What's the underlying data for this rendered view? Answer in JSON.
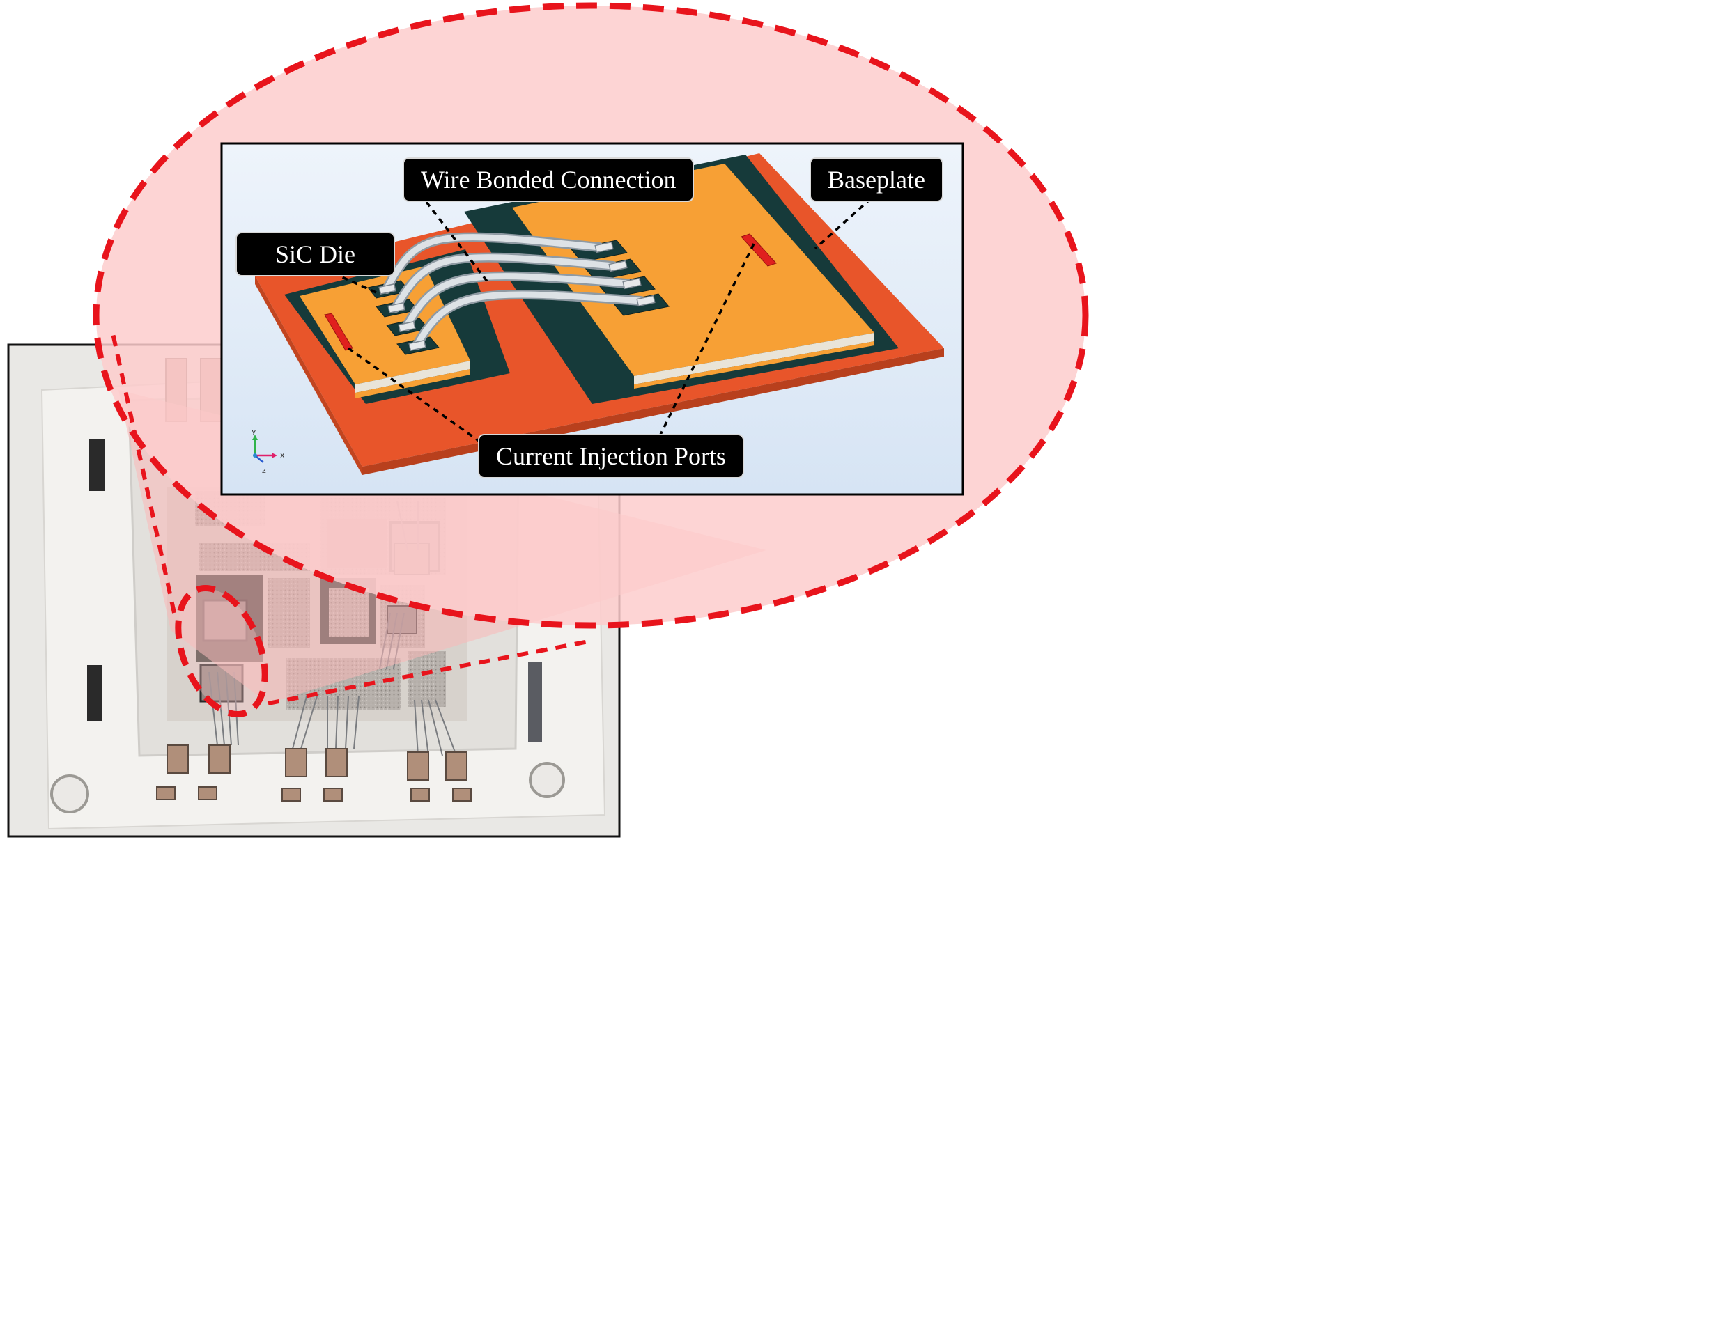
{
  "figure": {
    "labels": {
      "wire_bonded_connection": "Wire Bonded Connection",
      "baseplate": "Baseplate",
      "sic_die": "SiC Die",
      "current_injection_ports": "Current Injection Ports"
    },
    "axis_triad": {
      "y": "y",
      "x": "x",
      "z": "z"
    },
    "colors": {
      "highlight_fill": "#fdd4d4",
      "highlight_stroke": "#e8141c",
      "baseplate": "#e8552a",
      "copper_pad": "#f7a035",
      "substrate_dark": "#163a3a",
      "port_red": "#e0201e",
      "render_bg_top": "#eef4fb",
      "render_bg_bottom": "#d8e6f5",
      "module_housing": "#f2f1ee"
    },
    "icons": [
      "axis-triad-icon"
    ]
  }
}
